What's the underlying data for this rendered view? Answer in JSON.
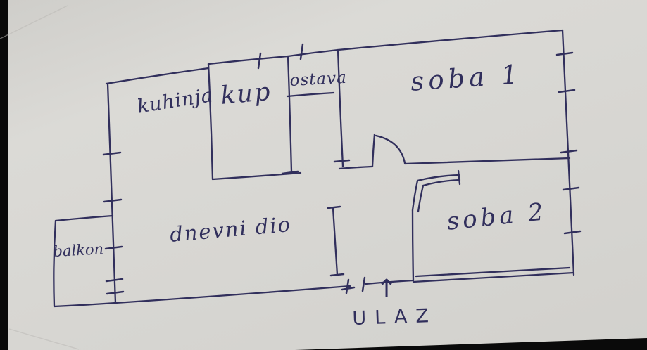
{
  "palette": {
    "ink": "#312f5c",
    "paper": "#d7d6d2",
    "photo_edge": "#0a0a0a"
  },
  "floorplan": {
    "rooms": {
      "kuhinja": "kuhinja",
      "kup": "kup",
      "ostava": "ostava",
      "soba1": "soba 1",
      "soba2": "soba 2",
      "dnevni_dio": "dnevni dio",
      "balkon": "balkon"
    },
    "entrance": {
      "label": "ULAZ",
      "arrow": "↑"
    }
  }
}
